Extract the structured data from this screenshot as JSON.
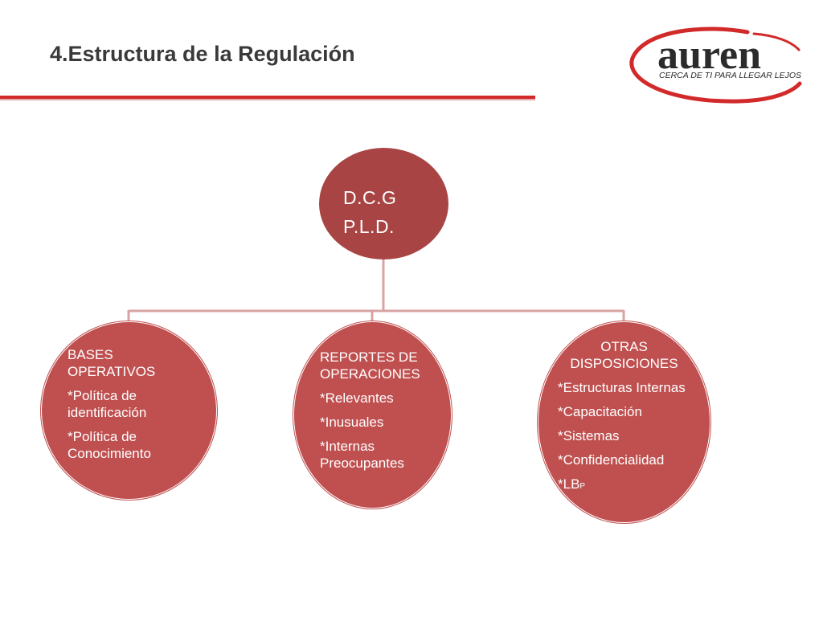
{
  "slide": {
    "title": "4.Estructura de la Regulación",
    "accent_color": "#d22a2a"
  },
  "logo": {
    "name": "auren",
    "tagline": "CERCA DE TI PARA LLEGAR LEJOS",
    "icon": "auren-logo"
  },
  "diagram": {
    "root": {
      "lines": [
        "D.C.G",
        "P.L.D."
      ],
      "color": "#a94444"
    },
    "children": [
      {
        "id": "bases",
        "heading": [
          "BASES",
          "OPERATIVOS"
        ],
        "items": [
          [
            "*Política de",
            "identificación"
          ],
          [
            "*Política de",
            "Conocimiento"
          ]
        ]
      },
      {
        "id": "reportes",
        "heading": [
          "REPORTES DE",
          "OPERACIONES"
        ],
        "items": [
          [
            "*Relevantes"
          ],
          [
            "*Inusuales"
          ],
          [
            "*Internas",
            "Preocupantes"
          ]
        ]
      },
      {
        "id": "otras",
        "heading": [
          "OTRAS",
          "DISPOSICIONES"
        ],
        "items": [
          [
            "*Estructuras Internas"
          ],
          [
            "*Capacitación"
          ],
          [
            "*Sistemas"
          ],
          [
            "*Confidencialidad"
          ]
        ],
        "last_item_main": "*LB",
        "last_item_small": "P"
      }
    ],
    "child_color": "#c05050",
    "connector_color": "#d9a3a3"
  }
}
